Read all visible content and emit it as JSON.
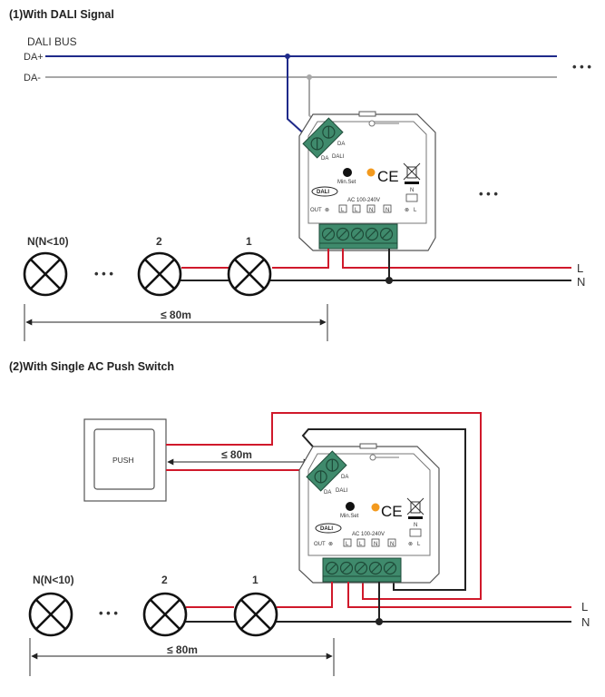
{
  "section1": {
    "title": "(1)With DALI Signal",
    "bus_label": "DALI BUS",
    "da_plus": "DA+",
    "da_minus": "DA-",
    "continuation": "• • •",
    "continuation_right": "• • •",
    "lamps": [
      {
        "label": "N(N<10)"
      },
      {
        "label": "2"
      },
      {
        "label": "1"
      }
    ],
    "lamp_ellipsis": "• • •",
    "distance": "≤ 80m",
    "line_L": "L",
    "line_N": "N"
  },
  "section2": {
    "title": "(2)With Single AC Push Switch",
    "push_label": "PUSH",
    "switch_distance": "≤ 80m",
    "lamps": [
      {
        "label": "N(N<10)"
      },
      {
        "label": "2"
      },
      {
        "label": "1"
      }
    ],
    "lamp_ellipsis": "• • •",
    "distance": "≤ 80m",
    "line_L": "L",
    "line_N": "N"
  },
  "device": {
    "min_set": "Min.Set",
    "voltage": "AC 100-240V",
    "out_label": "OUT",
    "terminals": [
      "L",
      "L",
      "N",
      "N"
    ],
    "dali_logo": "DALI",
    "dali_port": "DALI",
    "da_tag": "DA",
    "ce_mark": "CE",
    "relay_n": "N",
    "relay_l": "L"
  },
  "colors": {
    "dali_plus": "#1f2a8a",
    "dali_minus": "#a8a8a8",
    "live": "#d0192b",
    "neutral": "#222222",
    "terminal_green": "#3f8a6c",
    "led_orange": "#f39a1e"
  }
}
